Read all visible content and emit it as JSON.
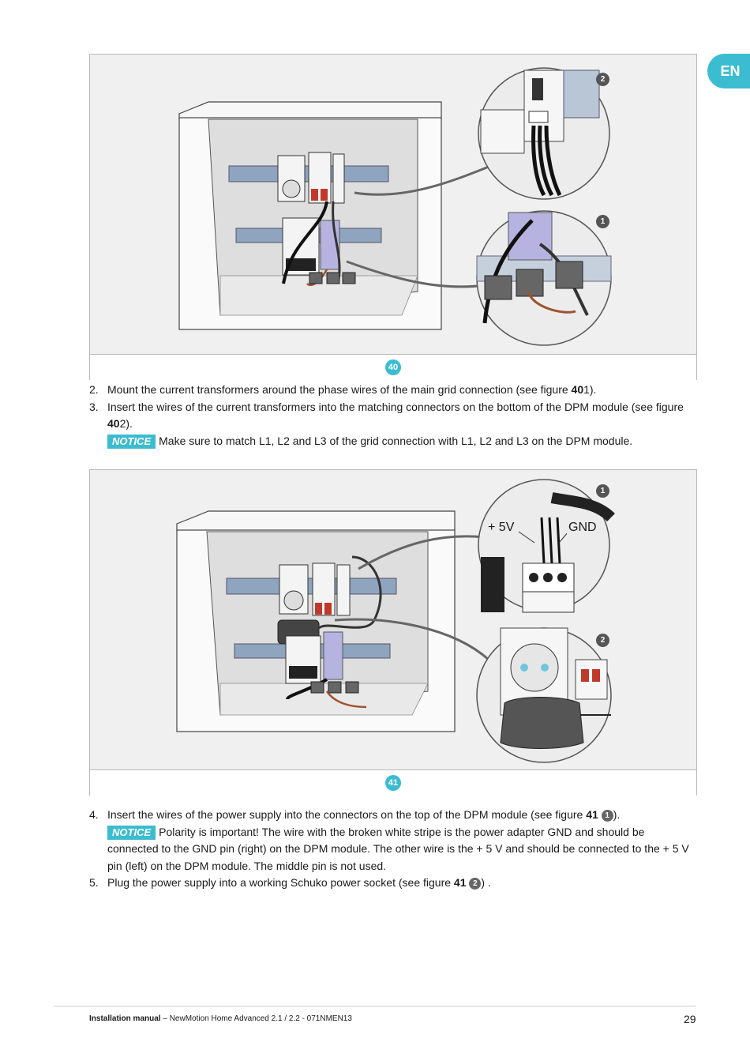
{
  "lang_tab": "EN",
  "figures": [
    {
      "number": "40",
      "callouts": [
        "2",
        "1"
      ]
    },
    {
      "number": "41",
      "callouts": [
        "1",
        "2"
      ],
      "labels": {
        "plus5v": "+ 5V",
        "gnd": "GND"
      }
    }
  ],
  "steps": {
    "s2": {
      "num": "2.",
      "a": "Mount the current transformers around the phase wires of the main grid connection (see figure ",
      "fig": "40",
      "b": "1)."
    },
    "s3": {
      "num": "3.",
      "a": "Insert the wires of the current transformers into the matching connectors on the bottom of the DPM module (see figure ",
      "fig": "40",
      "b": "2).",
      "notice_label": "NOTICE",
      "notice": "Make sure to match L1, L2 and L3 of the grid connection with L1, L2 and L3 on the DPM module."
    },
    "s4": {
      "num": "4.",
      "a": "Insert the wires of the power supply into the connectors on the top of the DPM module (see figure ",
      "fig": "41",
      "badge": "1",
      "b": ").",
      "notice_label": "NOTICE",
      "notice": "Polarity is important! The wire with the broken white stripe is the power adapter GND and should be connected to the GND pin (right) on the DPM module. The other wire is the + 5 V and should be connected to the + 5 V pin (left) on the DPM module. The middle pin is not used."
    },
    "s5": {
      "num": "5.",
      "a": "Plug the power supply into a working Schuko power socket (see figure ",
      "fig": "41",
      "badge": "2",
      "b": ") ."
    }
  },
  "footer": {
    "bold": "Installation manual",
    "rest": " – NewMotion Home Advanced 2.1 / 2.2 - 071NMEN13",
    "page": "29"
  },
  "colors": {
    "accent": "#3bbcd0",
    "callout": "#555555"
  }
}
